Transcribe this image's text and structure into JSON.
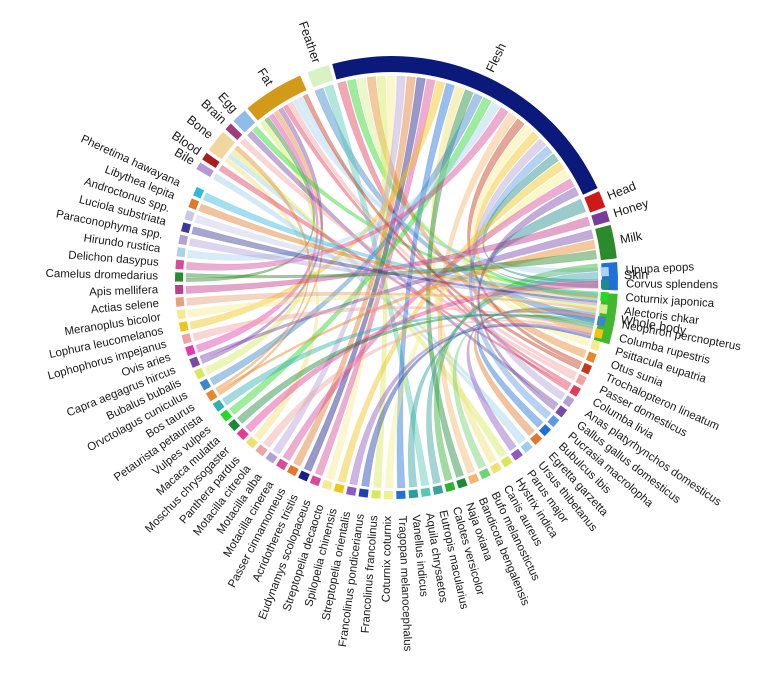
{
  "chart_data": {
    "type": "chord",
    "title": "",
    "colors": {
      "Feather": "#d9f2c4",
      "Flesh": "#0b1a7a",
      "Head": "#d01818",
      "Honey": "#7a3b9a",
      "Milk": "#2b8a2b",
      "Skin": "#1f6fd6",
      "Whole body": "#41b82d",
      "Fat": "#d39a1a",
      "Egg": "#8fbce8",
      "Brain": "#a43a7a",
      "Bone": "#f1d79f",
      "Blood": "#a81d1d",
      "Bile": "#b497d6"
    },
    "body_parts": [
      {
        "name": "Feather",
        "weight": 2
      },
      {
        "name": "Flesh",
        "weight": 28
      },
      {
        "name": "Head",
        "weight": 1.5
      },
      {
        "name": "Honey",
        "weight": 1
      },
      {
        "name": "Milk",
        "weight": 3
      },
      {
        "name": "Skin",
        "weight": 2.5
      },
      {
        "name": "Whole body",
        "weight": 4.5
      },
      {
        "name": "Bile",
        "weight": 1
      },
      {
        "name": "Blood",
        "weight": 1
      },
      {
        "name": "Bone",
        "weight": 3
      },
      {
        "name": "Brain",
        "weight": 1
      },
      {
        "name": "Egg",
        "weight": 2
      },
      {
        "name": "Fat",
        "weight": 8
      }
    ],
    "species_right": [
      {
        "name": "Upupa epops",
        "color": "#a9d3ef"
      },
      {
        "name": "Corvus splendens",
        "color": "#1e8a8a"
      },
      {
        "name": "Coturnix japonica",
        "color": "#26d826"
      },
      {
        "name": "Alectoris chkar",
        "color": "#d6ec8e"
      },
      {
        "name": "Neophron percnopterus",
        "color": "#3a86c8"
      },
      {
        "name": "Columba rupestris",
        "color": "#f0c419"
      },
      {
        "name": "Psittacula eupatria",
        "color": "#f6ea8c"
      },
      {
        "name": "Otus sunia",
        "color": "#e8872a"
      },
      {
        "name": "Trochalopteron lineatum",
        "color": "#c23a1a"
      },
      {
        "name": "Passer domesticus",
        "color": "#f2a2a2"
      },
      {
        "name": "Columba livia",
        "color": "#e23b5a"
      },
      {
        "name": "Anas platyrhynchos domesticus",
        "color": "#b4a0d8"
      },
      {
        "name": "Gallus gallus domesticus",
        "color": "#7b4aa8"
      },
      {
        "name": "Pucrasia macrolopha",
        "color": "#5b9be0"
      },
      {
        "name": "Bubulcus ibis",
        "color": "#1f6fd6"
      },
      {
        "name": "Egretta garzetta",
        "color": "#e07a2a"
      },
      {
        "name": "Ursus thibetanus",
        "color": "#9ad0ea"
      },
      {
        "name": "Parus major",
        "color": "#8e5ac0"
      },
      {
        "name": "Hystrix indica",
        "color": "#d8e85a"
      },
      {
        "name": "Canis aureus",
        "color": "#f0e070"
      },
      {
        "name": "Bufo melanostictus",
        "color": "#6fd36f"
      },
      {
        "name": "Bandicota bengalensis",
        "color": "#f3b66e"
      },
      {
        "name": "Naja oxiana",
        "color": "#1a8a3a"
      },
      {
        "name": "Calotes versicolor",
        "color": "#30b030"
      }
    ],
    "species_bottom": [
      {
        "name": "Eutropis macularius",
        "color": "#3aa0a0"
      },
      {
        "name": "Aquila chrysaetos",
        "color": "#56c8b4"
      },
      {
        "name": "Vanellus indicus",
        "color": "#2d9d9d"
      },
      {
        "name": "Tragopan melanocephalus",
        "color": "#1f6fd6"
      },
      {
        "name": "Coturnix coturnix",
        "color": "#f0f08a"
      },
      {
        "name": "Francolinus francolinus",
        "color": "#d8e85a"
      },
      {
        "name": "Francolinus pondicerianus",
        "color": "#2040b0"
      },
      {
        "name": "Streptopelia orientalis",
        "color": "#8e5ac0"
      },
      {
        "name": "Spilopelia chinensis",
        "color": "#f0c419"
      },
      {
        "name": "Streptopelia decaocto",
        "color": "#f6ea8c"
      },
      {
        "name": "Eudynamys scolopaceus",
        "color": "#d84a9a"
      },
      {
        "name": "Acridotheres tristis",
        "color": "#1a1a8a"
      },
      {
        "name": "Passer cinnamomeus",
        "color": "#e07a2a"
      },
      {
        "name": "Motacilla cinerea",
        "color": "#d84a9a"
      },
      {
        "name": "Motacilla alba",
        "color": "#b4a0d8"
      },
      {
        "name": "Motacilla citreola",
        "color": "#f2a2a2"
      }
    ],
    "species_left": [
      {
        "name": "Panthera pardus",
        "color": "#f0e070"
      },
      {
        "name": "Moschus chrysogaster",
        "color": "#e23b9a"
      },
      {
        "name": "Macaca mulatta",
        "color": "#1a8a3a"
      },
      {
        "name": "Vulpes vulpes",
        "color": "#26d826"
      },
      {
        "name": "Petaurista petaurista",
        "color": "#30b0b0"
      },
      {
        "name": "Bos taurus",
        "color": "#e8872a"
      },
      {
        "name": "Orvctolagus cuniculus",
        "color": "#3a86c8"
      },
      {
        "name": "Bubalus bubalis",
        "color": "#d8e85a"
      },
      {
        "name": "Capra aegagrus hircus",
        "color": "#7b4aa8"
      },
      {
        "name": "Ovis aries",
        "color": "#e23bb0"
      },
      {
        "name": "Lophophorus impejanus",
        "color": "#f2a2a2"
      },
      {
        "name": "Lophura leucomelanos",
        "color": "#f0c419"
      },
      {
        "name": "Meranoplus bicolor",
        "color": "#f6ea8c"
      },
      {
        "name": "Actias selene",
        "color": "#e8a07a"
      },
      {
        "name": "Apis mellifera",
        "color": "#c23a8a"
      },
      {
        "name": "Camelus dromedarius",
        "color": "#2b8a2b"
      },
      {
        "name": "Delichon dasypus",
        "color": "#d84a9a"
      },
      {
        "name": "Hirundo rustica",
        "color": "#a9d3ef"
      },
      {
        "name": "Paraconophyma spp.",
        "color": "#b4a0d8"
      },
      {
        "name": "Luciola substriata",
        "color": "#3a3a9a"
      },
      {
        "name": "Androctonus spp.",
        "color": "#c8c8e8"
      },
      {
        "name": "Libythea lepita",
        "color": "#e07a2a"
      },
      {
        "name": "Pheretima hawayana",
        "color": "#30b8e0"
      }
    ],
    "links": [
      [
        "Fat",
        "Bubalus bubalis"
      ],
      [
        "Fat",
        "Camelus dromedarius"
      ],
      [
        "Fat",
        "Ovis aries"
      ],
      [
        "Fat",
        "Bos taurus"
      ],
      [
        "Fat",
        "Capra aegagrus hircus"
      ],
      [
        "Fat",
        "Columba livia"
      ],
      [
        "Fat",
        "Passer domesticus"
      ],
      [
        "Fat",
        "Upupa epops"
      ],
      [
        "Egg",
        "Gallus gallus domesticus"
      ],
      [
        "Egg",
        "Coturnix japonica"
      ],
      [
        "Brain",
        "Passer domesticus"
      ],
      [
        "Bone",
        "Panthera pardus"
      ],
      [
        "Bone",
        "Ursus thibetanus"
      ],
      [
        "Bone",
        "Hystrix indica"
      ],
      [
        "Blood",
        "Columba livia"
      ],
      [
        "Bile",
        "Ursus thibetanus"
      ],
      [
        "Feather",
        "Neophron percnopterus"
      ],
      [
        "Feather",
        "Aquila chrysaetos"
      ],
      [
        "Flesh",
        "Columba livia"
      ],
      [
        "Flesh",
        "Coturnix japonica"
      ],
      [
        "Flesh",
        "Alectoris chkar"
      ],
      [
        "Flesh",
        "Otus sunia"
      ],
      [
        "Flesh",
        "Francolinus francolinus"
      ],
      [
        "Flesh",
        "Streptopelia decaocto"
      ],
      [
        "Flesh",
        "Motacilla alba"
      ],
      [
        "Flesh",
        "Passer cinnamomeus"
      ],
      [
        "Flesh",
        "Acridotheres tristis"
      ],
      [
        "Flesh",
        "Eudynamys scolopaceus"
      ],
      [
        "Flesh",
        "Lophura leucomelanos"
      ],
      [
        "Flesh",
        "Tragopan melanocephalus"
      ],
      [
        "Flesh",
        "Canis aureus"
      ],
      [
        "Flesh",
        "Naja oxiana"
      ],
      [
        "Flesh",
        "Orvctolagus cuniculus"
      ],
      [
        "Flesh",
        "Vulpes vulpes"
      ],
      [
        "Flesh",
        "Hirundo rustica"
      ],
      [
        "Flesh",
        "Delichon dasypus"
      ],
      [
        "Flesh",
        "Bandicota bengalensis"
      ],
      [
        "Flesh",
        "Trochalopteron lineatum"
      ],
      [
        "Flesh",
        "Psittacula eupatria"
      ],
      [
        "Flesh",
        "Columba rupestris"
      ],
      [
        "Flesh",
        "Anas platyrhynchos domesticus"
      ],
      [
        "Flesh",
        "Pucrasia macrolopha"
      ],
      [
        "Flesh",
        "Corvus splendens"
      ],
      [
        "Flesh",
        "Spilopelia chinensis"
      ],
      [
        "Flesh",
        "Coturnix coturnix"
      ],
      [
        "Flesh",
        "Motacilla cinerea"
      ],
      [
        "Head",
        "Corvus splendens"
      ],
      [
        "Honey",
        "Apis mellifera"
      ],
      [
        "Milk",
        "Capra aegagrus hircus"
      ],
      [
        "Milk",
        "Bos taurus"
      ],
      [
        "Milk",
        "Camelus dromedarius"
      ],
      [
        "Skin",
        "Calotes versicolor"
      ],
      [
        "Skin",
        "Eutropis macularius"
      ],
      [
        "Skin",
        "Moschus chrysogaster"
      ],
      [
        "Whole body",
        "Pheretima hawayana"
      ],
      [
        "Whole body",
        "Libythea lepita"
      ],
      [
        "Whole body",
        "Androctonus spp."
      ],
      [
        "Whole body",
        "Luciola substriata"
      ],
      [
        "Whole body",
        "Paraconophyma spp."
      ],
      [
        "Whole body",
        "Meranoplus bicolor"
      ],
      [
        "Whole body",
        "Actias selene"
      ],
      [
        "Whole body",
        "Bufo melanostictus"
      ],
      [
        "Whole body",
        "Parus major"
      ],
      [
        "Whole body",
        "Egretta garzetta"
      ],
      [
        "Whole body",
        "Bubulcus ibis"
      ],
      [
        "Whole body",
        "Vanellus indicus"
      ],
      [
        "Whole body",
        "Macaca mulatta"
      ],
      [
        "Whole body",
        "Petaurista petaurista"
      ],
      [
        "Whole body",
        "Lophophorus impejanus"
      ],
      [
        "Whole body",
        "Motacilla citreola"
      ],
      [
        "Whole body",
        "Streptopelia orientalis"
      ],
      [
        "Whole body",
        "Francolinus pondicerianus"
      ],
      [
        "Fat",
        "Upupa epops"
      ],
      [
        "Fat",
        "Trochalopteron lineatum"
      ],
      [
        "Bone",
        "Bos taurus"
      ],
      [
        "Flesh",
        "Gallus gallus domesticus"
      ]
    ]
  }
}
